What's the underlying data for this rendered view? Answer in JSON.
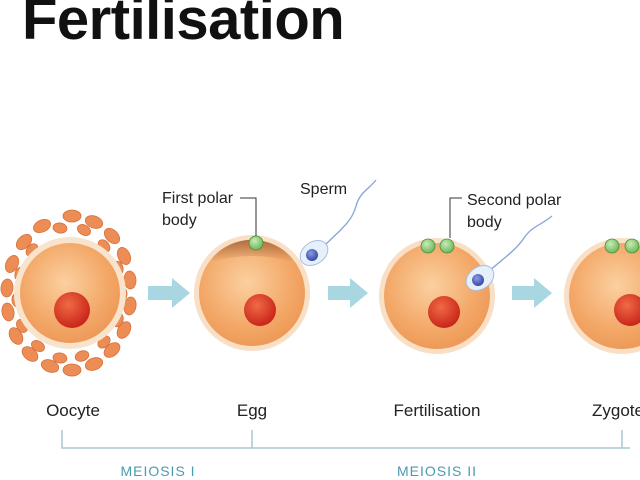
{
  "title": "Fertilisation",
  "stages": {
    "oocyte": "Oocyte",
    "egg": "Egg",
    "fertilisation": "Fertilisation",
    "zygote": "Zygote"
  },
  "callouts": {
    "first_polar_line1": "First polar",
    "first_polar_line2": "body",
    "sperm": "Sperm",
    "second_polar_line1": "Second polar",
    "second_polar_line2": "body"
  },
  "phases": {
    "meiosis1": "MEIOSIS I",
    "meiosis2": "MEIOSIS II"
  },
  "colors": {
    "cell_fill": "#f3b47a",
    "cell_rim": "#f8dfc5",
    "nucleus": "#e03a22",
    "polar_body": "#8fcf7a",
    "sperm_head": "#5b6fc8",
    "arrow": "#9fd1dc",
    "corona": "#e98a50",
    "bracket": "#a8c8cf"
  }
}
